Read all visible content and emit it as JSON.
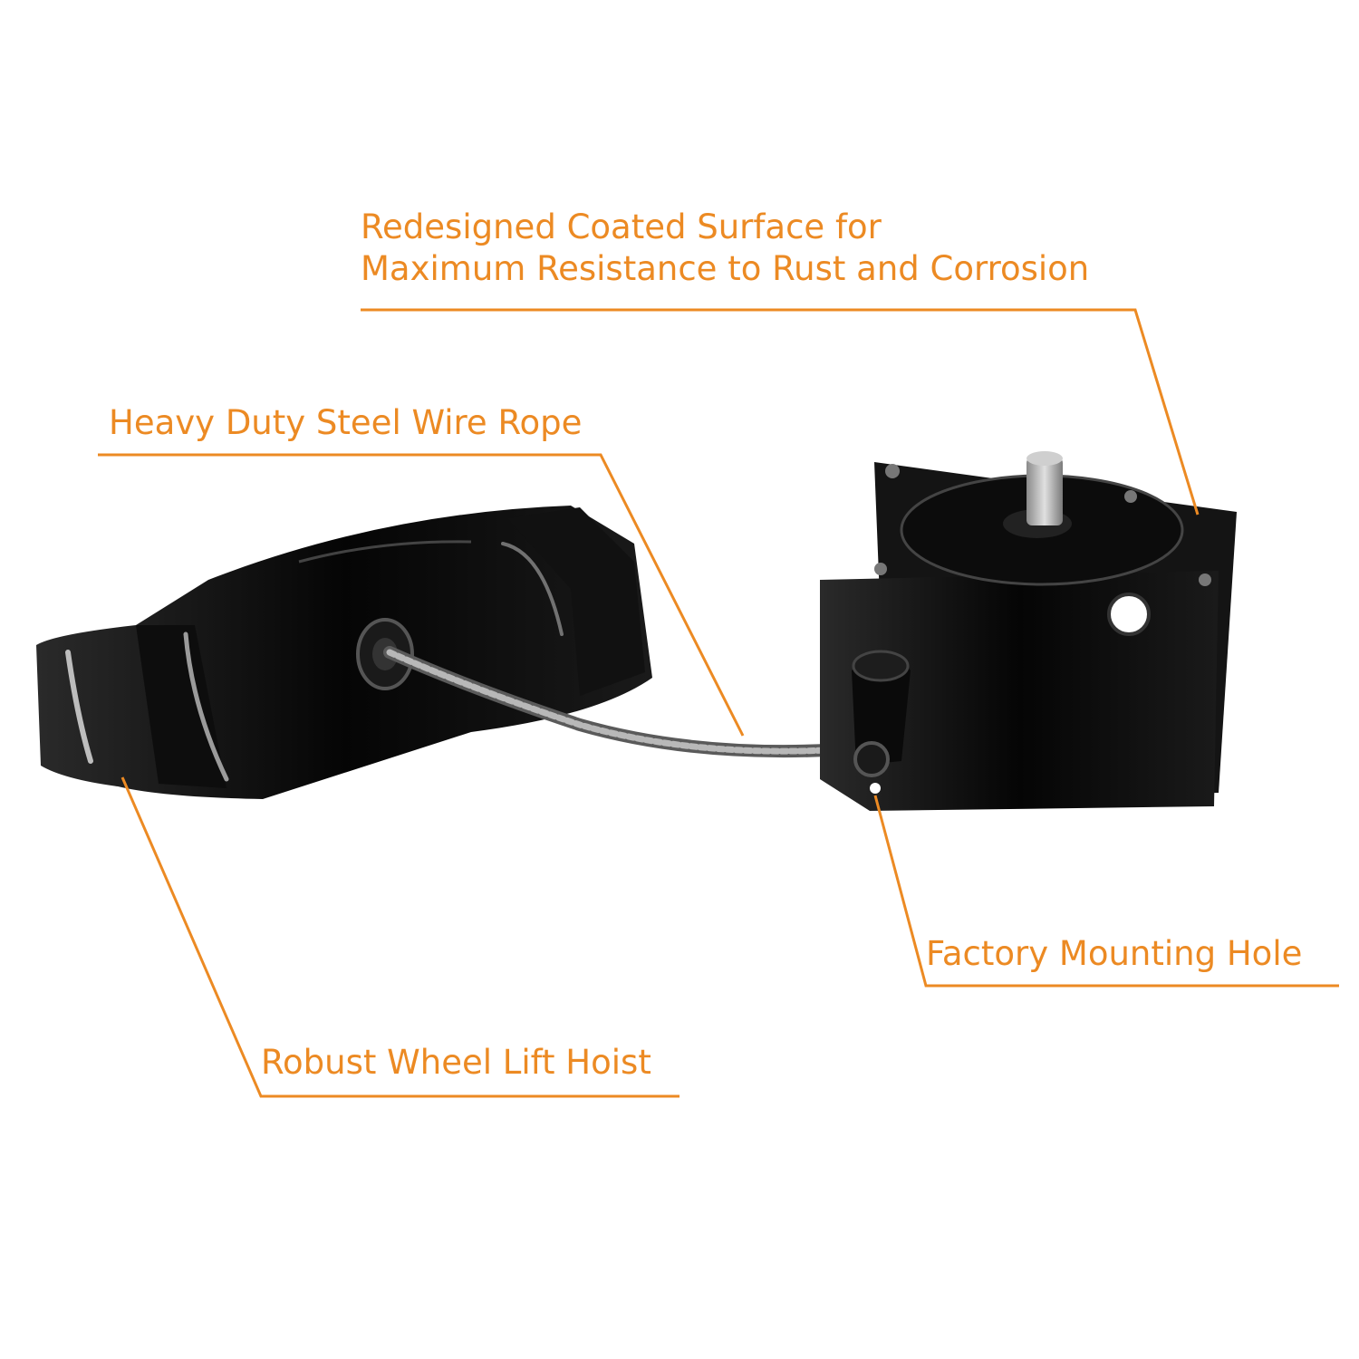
{
  "callouts": {
    "surface": {
      "line1": "Redesigned Coated Surface for",
      "line2": "Maximum Resistance to Rust and Corrosion"
    },
    "rope": "Heavy Duty Steel Wire Rope",
    "hole": "Factory Mounting Hole",
    "hoist": "Robust Wheel Lift Hoist"
  },
  "colors": {
    "accent": "#ec8a23",
    "product": "#0a0a0a",
    "background": "#ffffff"
  }
}
